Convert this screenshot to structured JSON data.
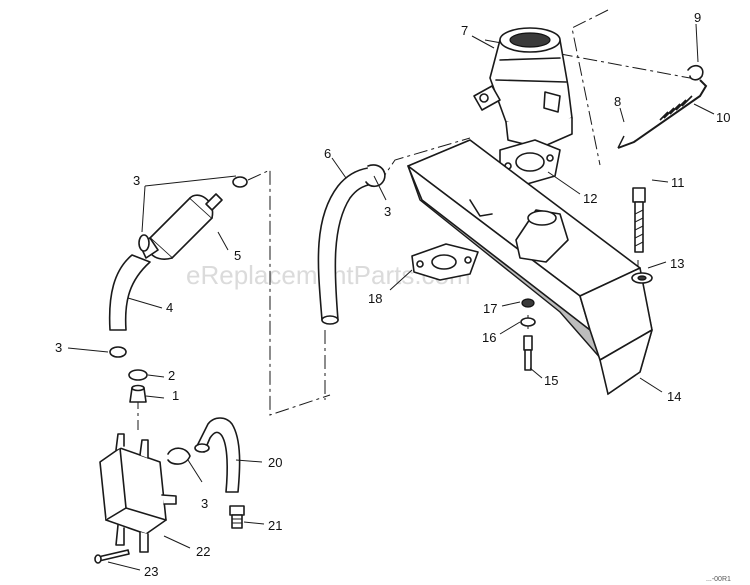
{
  "watermark": "eReplacementParts.com",
  "corner_code": "...-00R1",
  "callouts": {
    "c1": "1",
    "c2": "2",
    "c3a": "3",
    "c3b": "3",
    "c3c": "3",
    "c3d": "3",
    "c4": "4",
    "c5": "5",
    "c6": "6",
    "c7": "7",
    "c8": "8",
    "c9": "9",
    "c10": "10",
    "c11": "11",
    "c12": "12",
    "c13": "13",
    "c14": "14",
    "c15": "15",
    "c16": "16",
    "c17": "17",
    "c18": "18",
    "c20": "20",
    "c21": "21",
    "c22": "22",
    "c23": "23"
  }
}
